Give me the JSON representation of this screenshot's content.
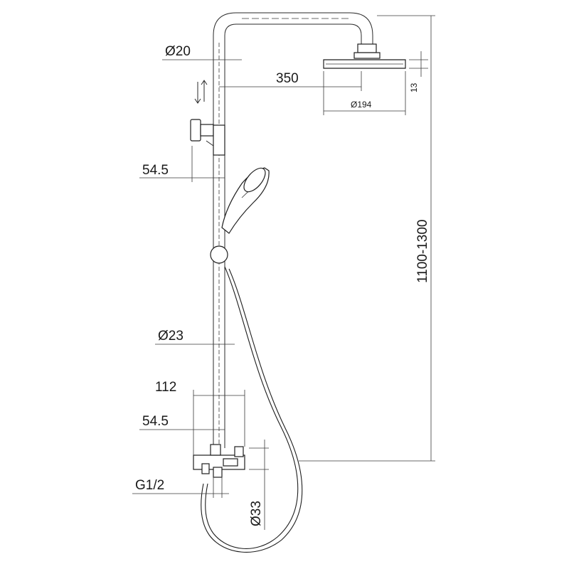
{
  "drawing": {
    "labels": {
      "pipe_diameter": "Ø20",
      "arm_length": "350",
      "head_diameter": "Ø194",
      "head_thickness": "13",
      "total_height": "1100-1300",
      "holder_offset_top": "54.5",
      "rail_diameter": "Ø23",
      "mixer_width": "112",
      "holder_offset_bottom": "54.5",
      "inlet_thread": "G1/2",
      "mixer_diameter": "Ø33"
    }
  }
}
